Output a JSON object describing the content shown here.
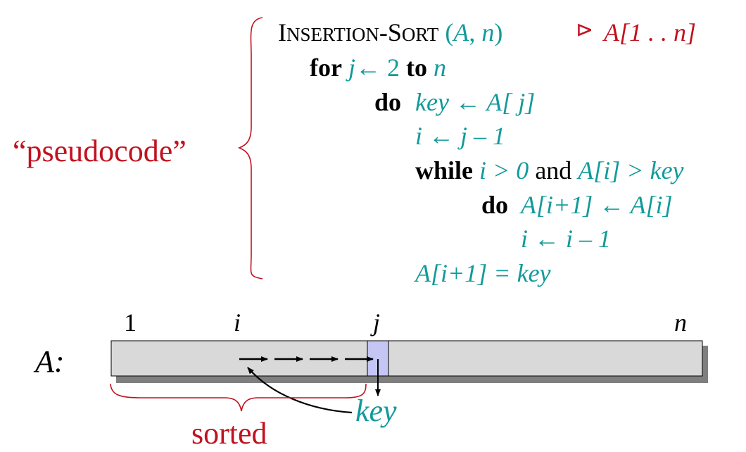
{
  "colors": {
    "teal": "#139a9a",
    "red": "#c1121f",
    "array_fill": "#d9d9d9",
    "key_cell_fill": "#c6c6f5",
    "shadow": "#7f7f7f"
  },
  "pseudocode_label": "“pseudocode”",
  "code": {
    "proc_first": "I",
    "proc_rest": "NSERTION",
    "proc_dash": "-",
    "proc_S": "S",
    "proc_ort": "ORT",
    "proc_args_open": "(",
    "proc_arg_A": "A",
    "proc_comma": ", ",
    "proc_arg_n": "n",
    "proc_args_close": ")",
    "comment_marker": "⊳",
    "comment_text": "A[1 . . n]",
    "line1_for": "for",
    "line1_j": "j",
    "line1_rest": "← 2",
    "line1_to": "to",
    "line1_n": "n",
    "line2_do": "do",
    "line2_text": "key ← A[ j]",
    "line3_text": "i ← j – 1",
    "line4_while": "while",
    "line4_cond1": "i > 0",
    "line4_and": "and",
    "line4_cond2": "A[i] > key",
    "line5_do": "do",
    "line5_text": "A[i+1] ← A[i]",
    "line6_text": "i ← i – 1",
    "line7_text": "A[i+1] = key"
  },
  "diagram": {
    "array_label": "A:",
    "index_1": "1",
    "index_i": "i",
    "index_j": "j",
    "index_n": "n",
    "key_label": "key",
    "sorted_label": "sorted"
  }
}
